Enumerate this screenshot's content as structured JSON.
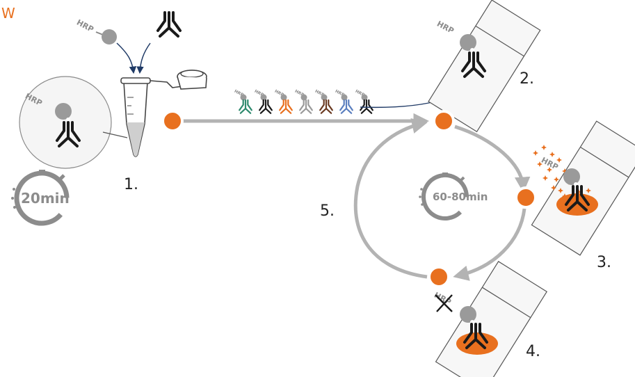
{
  "corner_letter": "W",
  "steps": {
    "step1": "1.",
    "step2": "2.",
    "step3": "3.",
    "step4": "4.",
    "step5": "5."
  },
  "labels": {
    "hrp": "HRP"
  },
  "timers": {
    "conjugation": "20min",
    "cycle": "60-80min"
  },
  "antibody_colors": [
    "#2f8a6e",
    "#1a1a1a",
    "#e8701f",
    "#9a9a9a",
    "#6b3b22",
    "#5b7fbf",
    "#1a1a1a"
  ],
  "colors": {
    "accent_orange": "#e8701f",
    "flow_gray": "#b3b3b3",
    "arrow_navy": "#1f3a66",
    "antibody_black": "#1a1a1a",
    "hrp_gray": "#9a9a9a"
  },
  "icons": {
    "timer": "stopwatch-icon",
    "antibody": "antibody-icon",
    "tube": "microtube-icon",
    "slide": "slide-icon"
  }
}
